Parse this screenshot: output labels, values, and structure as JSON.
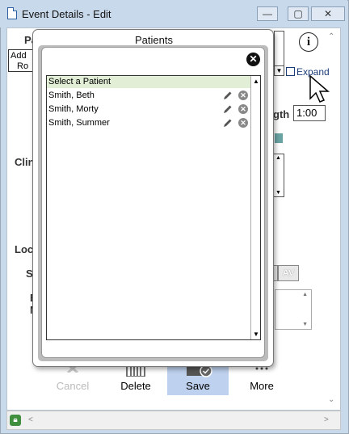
{
  "window": {
    "title": "Event Details - Edit",
    "controls": {
      "minimize": "—",
      "maximize": "▢",
      "close": "✕"
    }
  },
  "background_form": {
    "labels": {
      "patient": "Pa",
      "clinician": "Clin",
      "location": "Loc",
      "service": "S",
      "notes_1": "E",
      "notes_2": "N",
      "length": "gth"
    },
    "address_box": {
      "line1": "Add",
      "line2": "Ro"
    },
    "info_icon": "i",
    "expand_label": "Expand",
    "length_value": "1:00",
    "av_button": "AV"
  },
  "toolbar": {
    "items": [
      {
        "label": "Cancel",
        "enabled": false
      },
      {
        "label": "Delete",
        "enabled": true
      },
      {
        "label": "Save",
        "enabled": true,
        "active": true
      },
      {
        "label": "More",
        "enabled": true
      }
    ]
  },
  "dialog": {
    "title": "Patients",
    "close_icon": "close-icon",
    "list_header": "Select a Patient",
    "patients": [
      {
        "name": "Smith, Beth"
      },
      {
        "name": "Smith, Morty"
      },
      {
        "name": "Smith, Summer"
      }
    ]
  },
  "status": {
    "lock_icon": "lock-icon"
  }
}
